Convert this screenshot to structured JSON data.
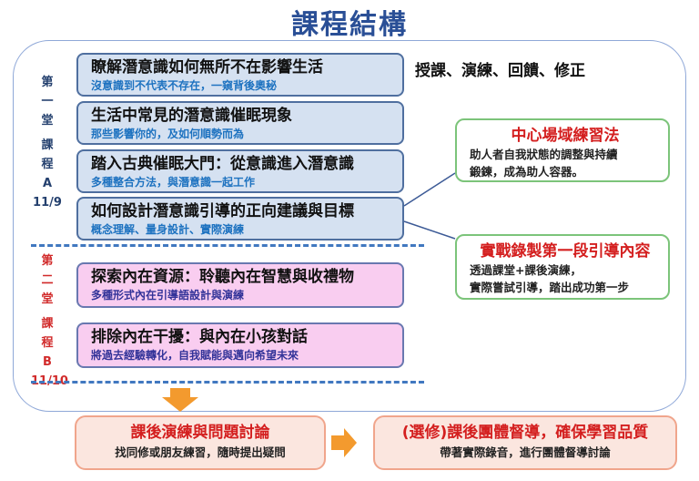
{
  "title": "課程結構",
  "section_a": {
    "label_chars": [
      "第",
      "一",
      "堂",
      "課",
      "程",
      "A",
      "11/9"
    ],
    "boxes": [
      {
        "title": "瞭解潛意識如何無所不在影響生活",
        "subtitle": "沒意識到不代表不存在，一窺背後奧秘"
      },
      {
        "title": "生活中常見的潛意識催眠現象",
        "subtitle": "那些影響你的，及如何順勢而為"
      },
      {
        "title": "踏入古典催眠大門：從意識進入潛意識",
        "subtitle": "多種整合方法，與潛意識一起工作"
      },
      {
        "title": "如何設計潛意識引導的正向建議與目標",
        "subtitle": "概念理解、量身設計、實際演練"
      }
    ]
  },
  "section_b": {
    "label_chars": [
      "第",
      "二",
      "堂",
      "課",
      "程",
      "B",
      "11/10"
    ],
    "boxes": [
      {
        "title": "探索內在資源：聆聽內在智慧與收禮物",
        "subtitle": "多種形式內在引導語設計與演練"
      },
      {
        "title": "排除內在干擾：與內在小孩對話",
        "subtitle": "將過去經驗轉化，自我賦能與邁向希望未來"
      }
    ]
  },
  "methods": "授課、演練、回饋、修正",
  "callouts": [
    {
      "title": "中心場域練習法",
      "lines": [
        "助人者自我狀態的調整與持續",
        "鍛鍊，成為助人容器。"
      ]
    },
    {
      "title": "實戰錄製第一段引導內容",
      "lines": [
        "透過課堂+課後演練，",
        "實際嘗試引導，踏出成功第一步"
      ]
    }
  ],
  "after": [
    {
      "title": "課後演練與問題討論",
      "subtitle": "找同修或朋友練習，隨時提出疑問"
    },
    {
      "title": "(選修)課後團體督導，確保學習品質",
      "subtitle": "帶著實際錄音，進行團體督導討論"
    }
  ],
  "colors": {
    "title": "#2a4f96",
    "box_blue": "#d5e1f1",
    "box_pink": "#f9cdf0",
    "accent_red": "#d41f1f",
    "callout_border": "#7cc47a",
    "arrow_orange": "#f39a2e",
    "dash_blue": "#4178c0"
  }
}
